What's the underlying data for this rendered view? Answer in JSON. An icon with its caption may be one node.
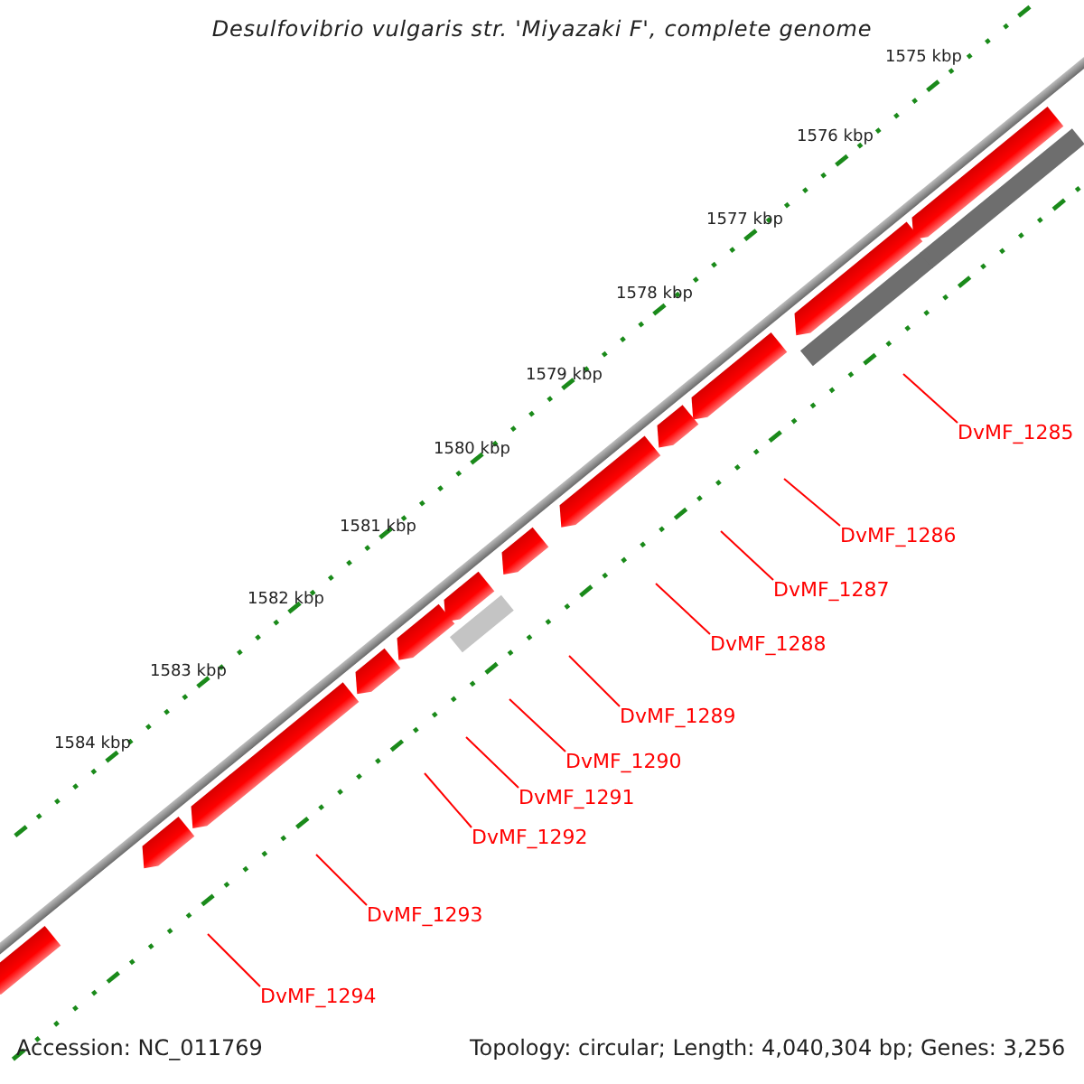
{
  "diagram": {
    "title": "Desulfovibrio vulgaris str. 'Miyazaki F', complete genome",
    "nodes": [
      {
        "text": [
          "DvMF_1285"
        ]
      },
      {
        "text": [
          "DvMF_1286"
        ]
      },
      {
        "text": [
          "DvMF_1287"
        ]
      },
      {
        "text": [
          "DvMF_1288"
        ]
      },
      {
        "text": [
          "DvMF_1289"
        ]
      },
      {
        "text": [
          "DvMF_1290"
        ]
      },
      {
        "text": [
          "DvMF_1291"
        ]
      },
      {
        "text": [
          "DvMF_1292"
        ]
      },
      {
        "text": [
          "DvMF_1293"
        ]
      },
      {
        "text": [
          "DvMF_1294"
        ]
      }
    ],
    "edges": [
      {
        "from": 0,
        "to": null,
        "arrow": "none"
      },
      {
        "from": 1,
        "to": null,
        "arrow": "none"
      },
      {
        "from": 2,
        "to": null,
        "arrow": "none"
      },
      {
        "from": 3,
        "to": null,
        "arrow": "none"
      },
      {
        "from": 4,
        "to": null,
        "arrow": "none"
      },
      {
        "from": 5,
        "to": null,
        "arrow": "none"
      },
      {
        "from": 6,
        "to": null,
        "arrow": "none"
      },
      {
        "from": 7,
        "to": null,
        "arrow": "none"
      },
      {
        "from": 8,
        "to": null,
        "arrow": "none"
      },
      {
        "from": 9,
        "to": null,
        "arrow": "none"
      }
    ],
    "labels": [
      "1575 kbp",
      "1576 kbp",
      "1577 kbp",
      "1578 kbp",
      "1579 kbp",
      "1580 kbp",
      "1581 kbp",
      "1582 kbp",
      "1583 kbp",
      "1584 kbp",
      "Accession: NC_011769",
      "Topology: circular; Length: 4,040,304 bp; Genes: 3,256"
    ]
  }
}
